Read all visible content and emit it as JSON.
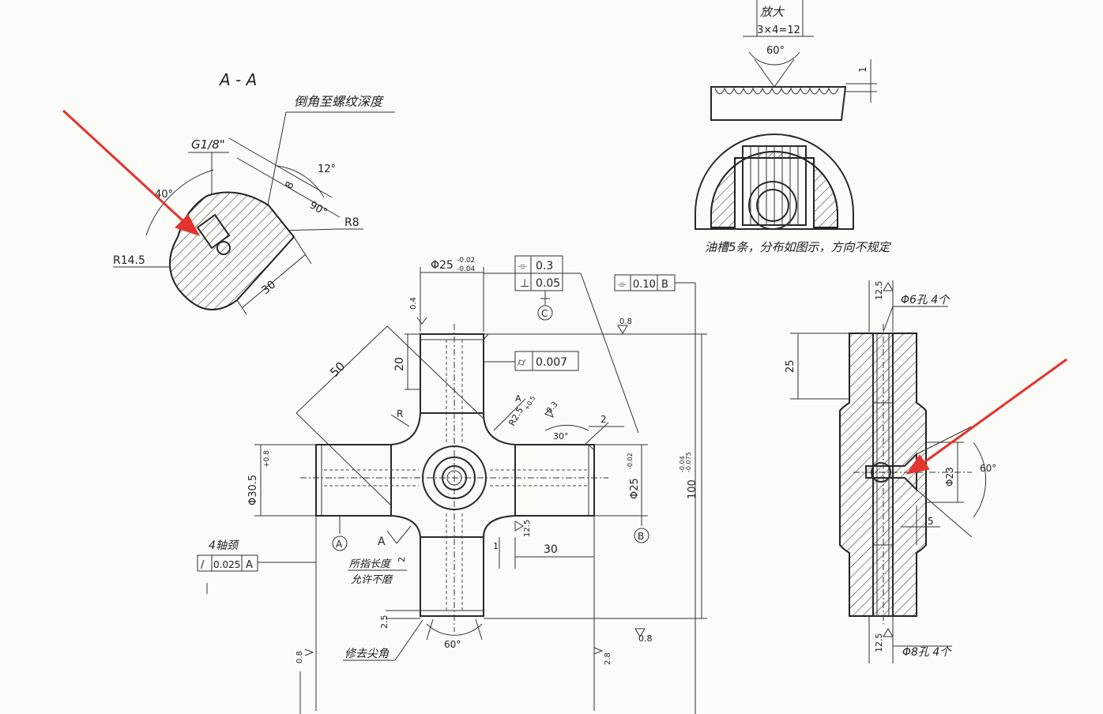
{
  "section_view": {
    "title": "A - A",
    "note_chamfer": "倒角至螺纹深度",
    "thread": "G1/8\"",
    "angle_40": "40°",
    "angle_12": "12°",
    "angle_90": "90°",
    "dim_8": "8",
    "radius_r8": "R8",
    "radius_r14": "R14.5",
    "dim_30": "30"
  },
  "groove_detail": {
    "label_top": "放大",
    "dim_spacing": "3×4=12",
    "angle": "60°",
    "dim_1": "1",
    "note": "油槽5条，分布如图示，方向不规定"
  },
  "main_view": {
    "dim_phi25_top": "Φ25",
    "tol_top_upper": "-0.02",
    "tol_top_lower": "-0.04",
    "sym_value": "0.3",
    "perp_value": "0.05",
    "datum_c": "C",
    "sym_b_value": "0.10",
    "datum_b": "B",
    "surf_08_a": "0.8",
    "surf_04": "0.4",
    "cyl_value": "0.007",
    "dim_50": "50",
    "dim_20": "20",
    "r_label": "R",
    "fillet": "R2.5",
    "fillet_tol": "+0.5",
    "radius_a": "A",
    "chamfer_03": "0.3",
    "angle_30": "30°",
    "dim_2": "2",
    "dim_phi305": "Φ30.5",
    "tol_305": "+0.8",
    "dim_phi25_right": "Φ25",
    "tol_right": "-0.02",
    "dim_100": "100",
    "tol_100_upper": "-0.04",
    "tol_100_lower": "-0.075",
    "datum_a": "A",
    "datum_b2": "B",
    "surf_125": "12.5",
    "mark_a": "A",
    "dim_1": "1",
    "dim_30": "30",
    "journals": "4轴颈",
    "runout_value": "0.025",
    "runout_datum": "A",
    "note_length": "所指长度",
    "note_allowed": "允许不磨",
    "dim_2_5": "2.5",
    "dim_2b": "2",
    "angle_60": "60°",
    "note_sharp": "修去尖角",
    "surf_08_b": "0.8",
    "surf_08_c": "0.8",
    "surf_28": "2.8"
  },
  "side_view": {
    "dim_125_top": "12.5",
    "hole_top": "Φ6孔 4个",
    "dim_25": "25",
    "dim_phi23": "Φ23",
    "angle_60": "60°",
    "dim_5": "5",
    "dim_125_bottom": "12.5",
    "hole_bottom": "Φ8孔 4个"
  },
  "annotation_color": "#e3342f"
}
